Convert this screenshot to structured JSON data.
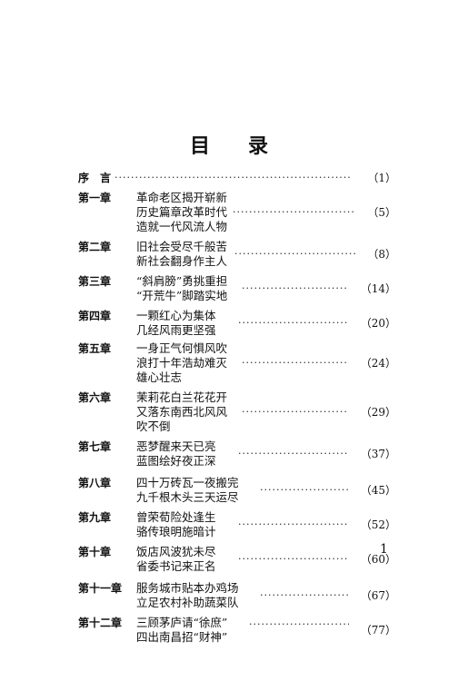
{
  "heading": {
    "char1": "目",
    "char2": "录"
  },
  "entries": [
    {
      "label": "序　言",
      "lines": [],
      "page": "（1）"
    },
    {
      "label": "第一章",
      "lines": [
        "革命老区揭开崭新",
        "历史篇章改革时代",
        "造就一代风流人物"
      ],
      "page": "（5）"
    },
    {
      "label": "第二章",
      "lines": [
        "旧社会受尽千般苦",
        "新社会翻身作主人"
      ],
      "page": "（8）"
    },
    {
      "label": "第三章",
      "lines": [
        "“斜肩膀”勇挑重担",
        "“开荒牛”脚踏实地"
      ],
      "page": "（14）"
    },
    {
      "label": "第四章",
      "lines": [
        "一颗红心为集体",
        "几经风雨更坚强"
      ],
      "page": "（20）"
    },
    {
      "label": "第五章",
      "lines": [
        "一身正气何惧风吹",
        "浪打十年浩劫难灭",
        "雄心壮志"
      ],
      "page": "（24）"
    },
    {
      "label": "第六章",
      "lines": [
        "茉莉花白兰花花开",
        "又落东南西北风风",
        "吹不倒"
      ],
      "page": "（29）"
    },
    {
      "label": "第七章",
      "lines": [
        "恶梦醒来天已亮",
        "蓝图绘好夜正深"
      ],
      "page": "（37）"
    },
    {
      "label": "第八章",
      "lines": [
        "四十万砖瓦一夜搬完",
        "九千根木头三天运尽"
      ],
      "page": "（45）"
    },
    {
      "label": "第九章",
      "lines": [
        "曾荣荀险处逢生",
        "骆传琅明施暗计"
      ],
      "page": "（52）"
    },
    {
      "label": "第十章",
      "lines": [
        "饭店风波犹未尽",
        "省委书记来正名"
      ],
      "page": "（60）"
    },
    {
      "label": "第十一章",
      "lines": [
        "服务城市贴本办鸡场",
        "立足农村补助蔬菜队"
      ],
      "page": "（67）"
    },
    {
      "label": "第十二章",
      "lines": [
        "三顾茅庐请“徐庶”",
        "四出南昌招“财神”"
      ],
      "page": "（77）"
    }
  ],
  "folio": "1"
}
